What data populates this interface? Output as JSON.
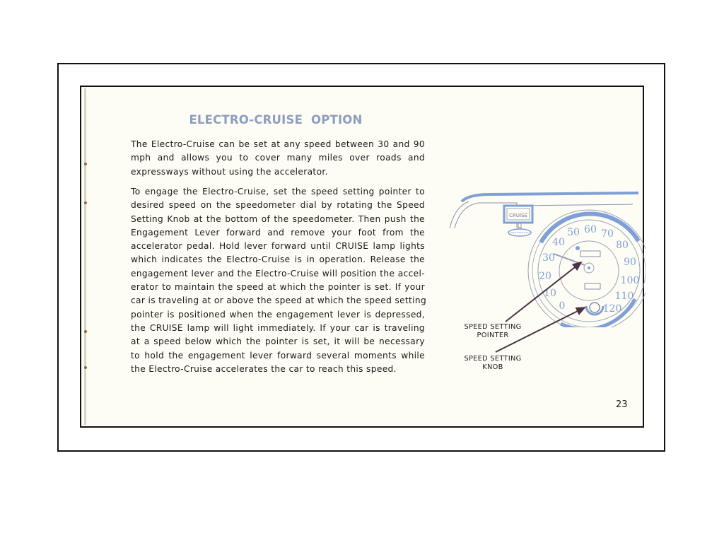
{
  "page": {
    "title": "ELECTRO-CRUISE OPTION",
    "paragraph_1_lines": [
      "The Electro-Cruise can be set at any speed between 30 and 90",
      "mph and allows you to cover many miles over roads and",
      "expressways without using the accelerator."
    ],
    "paragraph_2_lines": [
      "To engage the Electro-Cruise, set the speed setting pointer to",
      "desired speed on the speedometer dial by rotating the Speed",
      "Setting Knob at the bottom of the speedometer. Then push the",
      "Engagement Lever forward and remove your foot from the",
      "accelerator pedal. Hold lever forward until CRUISE lamp lights",
      "which indicates the Electro-Cruise is in operation. Release the",
      "engagement lever and the Electro-Cruise will position the accel-",
      "erator to maintain the speed at which the pointer is set. If your",
      "car is traveling at or above the speed at which the speed setting",
      "pointer is positioned when the engagement lever is depressed,",
      "the CRUISE lamp will light immediately. If your car is traveling",
      "at a speed below which the pointer is set, it will be necessary",
      "to hold the engagement lever forward several moments while",
      "the Electro-Cruise accelerates the car to reach this speed."
    ],
    "page_number": "23"
  },
  "illustration": {
    "cruise_lamp_label": "CRUISE",
    "speedometer_ticks": [
      "0",
      "10",
      "20",
      "30",
      "40",
      "50",
      "60",
      "70",
      "80",
      "90",
      "100",
      "110",
      "120"
    ],
    "callouts": {
      "pointer_line1": "SPEED SETTING",
      "pointer_line2": "POINTER",
      "knob_line1": "SPEED SETTING",
      "knob_line2": "KNOB"
    },
    "colors": {
      "illustration_blue": "#7f9fd6",
      "line_gray": "#9aa4b4",
      "arrow": "#4a3346",
      "title_blue": "#8e9ec0",
      "paper": "#fdfcf5"
    }
  }
}
